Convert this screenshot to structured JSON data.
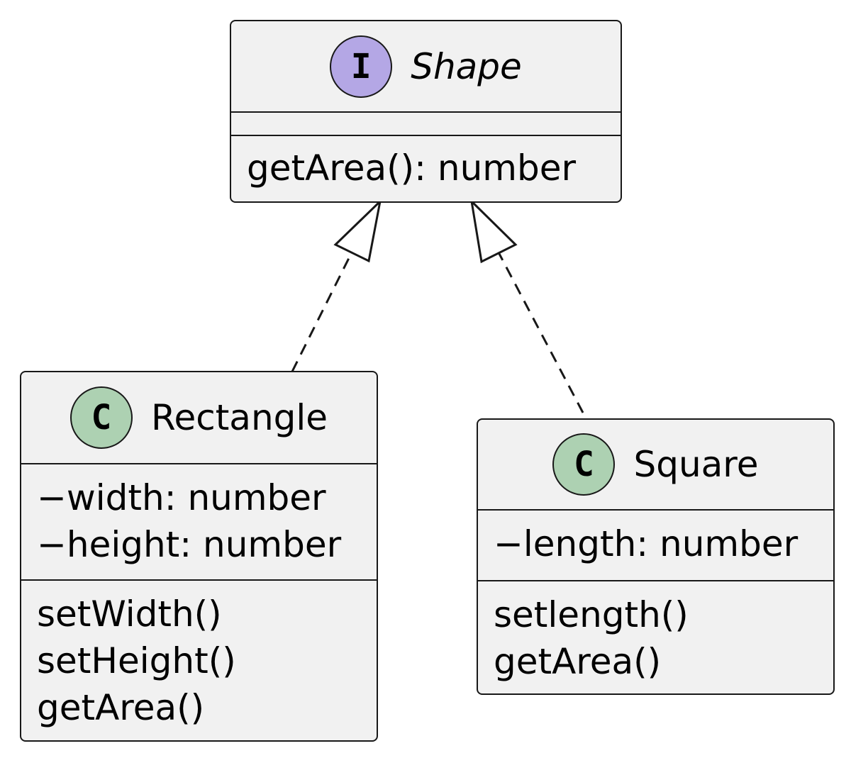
{
  "diagram": {
    "interface_shape": {
      "stereotype_letter": "I",
      "stereotype_color": "#B4A7E5",
      "name": "Shape",
      "fields": [],
      "methods": [
        "getArea(): number"
      ]
    },
    "class_rectangle": {
      "stereotype_letter": "C",
      "stereotype_color": "#ADD1B2",
      "name": "Rectangle",
      "fields": [
        "−width: number",
        "−height: number"
      ],
      "methods": [
        "setWidth()",
        "setHeight()",
        "getArea()"
      ]
    },
    "class_square": {
      "stereotype_letter": "C",
      "stereotype_color": "#ADD1B2",
      "name": "Square",
      "fields": [
        "−length: number"
      ],
      "methods": [
        "setlength()",
        "getArea()"
      ]
    },
    "relations": [
      {
        "from": "Rectangle",
        "to": "Shape",
        "type": "realization"
      },
      {
        "from": "Square",
        "to": "Shape",
        "type": "realization"
      }
    ],
    "colors": {
      "box_fill": "#F1F1F1",
      "line": "#181818"
    }
  }
}
